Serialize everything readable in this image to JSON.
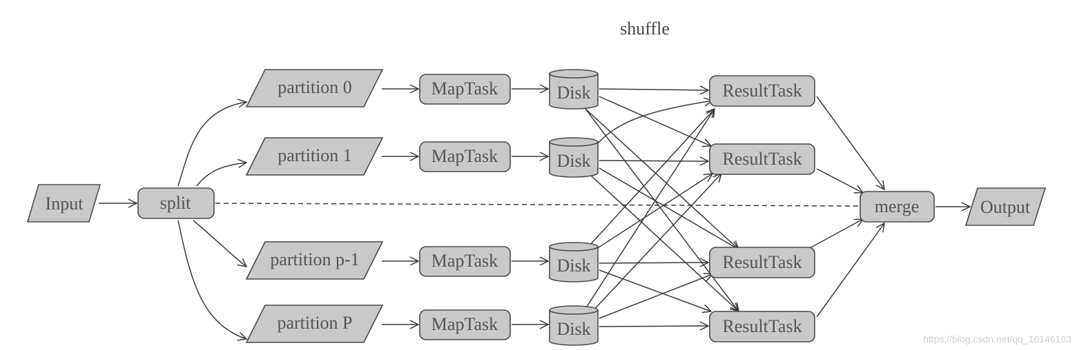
{
  "title": "shuffle",
  "input_label": "Input",
  "split_label": "split",
  "partitions": [
    "partition 0",
    "partition 1",
    "partition p-1",
    "partition P"
  ],
  "map_task_label": "MapTask",
  "disk_label": "Disk",
  "result_task_label": "ResultTask",
  "merge_label": "merge",
  "output_label": "Output",
  "watermark": "https://blog.csdn.net/qq_16146103",
  "colors": {
    "node_fill": "#c9c9c9",
    "node_stroke": "#4a4a4a",
    "edge": "#3a3a3a",
    "text": "#555555"
  }
}
